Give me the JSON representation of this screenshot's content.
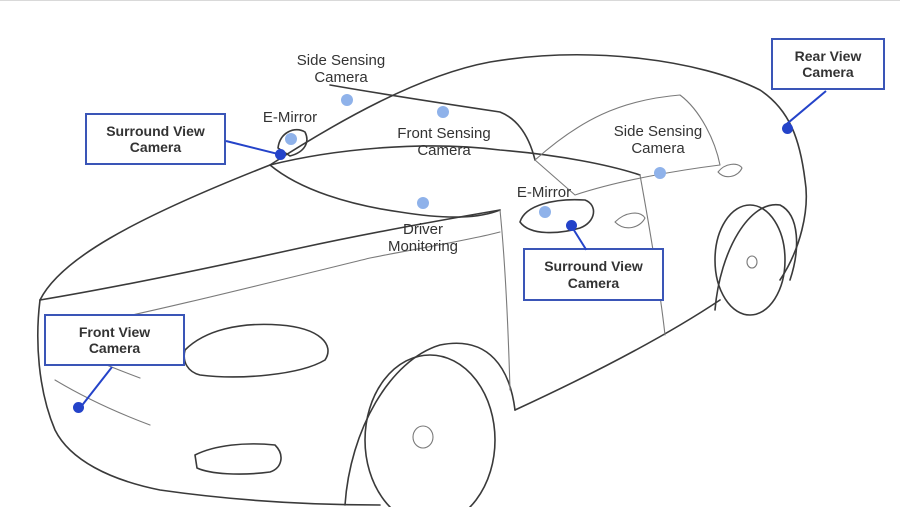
{
  "labels": {
    "side_sensing_front": [
      "Side Sensing",
      "Camera"
    ],
    "e_mirror_front": [
      "E-Mirror"
    ],
    "front_sensing": [
      "Front Sensing",
      "Camera"
    ],
    "side_sensing_rear": [
      "Side Sensing",
      "Camera"
    ],
    "e_mirror_side": [
      "E-Mirror"
    ],
    "driver_monitoring": [
      "Driver",
      "Monitoring"
    ],
    "surround_view_left": [
      "Surround View",
      "Camera"
    ],
    "surround_view_right": [
      "Surround View",
      "Camera"
    ],
    "rear_view": [
      "Rear View",
      "Camera"
    ],
    "front_view": [
      "Front View",
      "Camera"
    ]
  },
  "colors": {
    "box_border": "#3a55b7",
    "marker_dark": "#2443c9",
    "marker_light": "#8fb2ea",
    "outline": "#3a3a3a"
  }
}
